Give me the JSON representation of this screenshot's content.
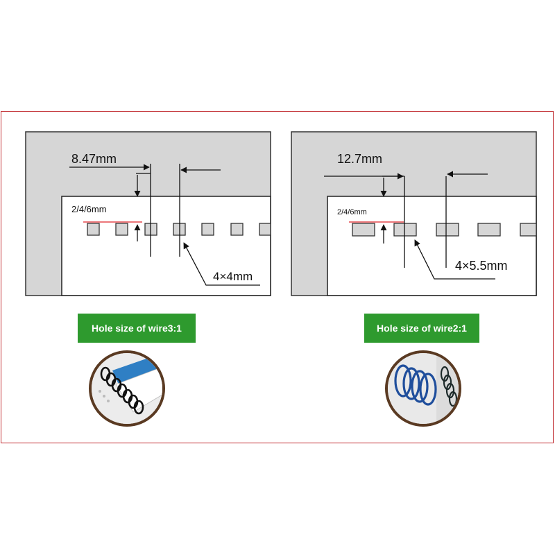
{
  "left": {
    "pitch": "8.47mm",
    "margin": "2/4/6mm",
    "hole": "4×4mm",
    "caption": "Hole size of wire3:1",
    "photo": "black-wire-binding-photo"
  },
  "right": {
    "pitch": "12.7mm",
    "margin": "2/4/6mm",
    "hole": "4×5.5mm",
    "caption": "Hole size of wire2:1",
    "photo": "blue-wire-binding-photo"
  },
  "colors": {
    "frame": "#c0292e",
    "panel_grey": "#d6d6d6",
    "badge_green": "#2e9a2e",
    "margin_line": "#e0262b",
    "photo_ring": "#5a3a22"
  }
}
